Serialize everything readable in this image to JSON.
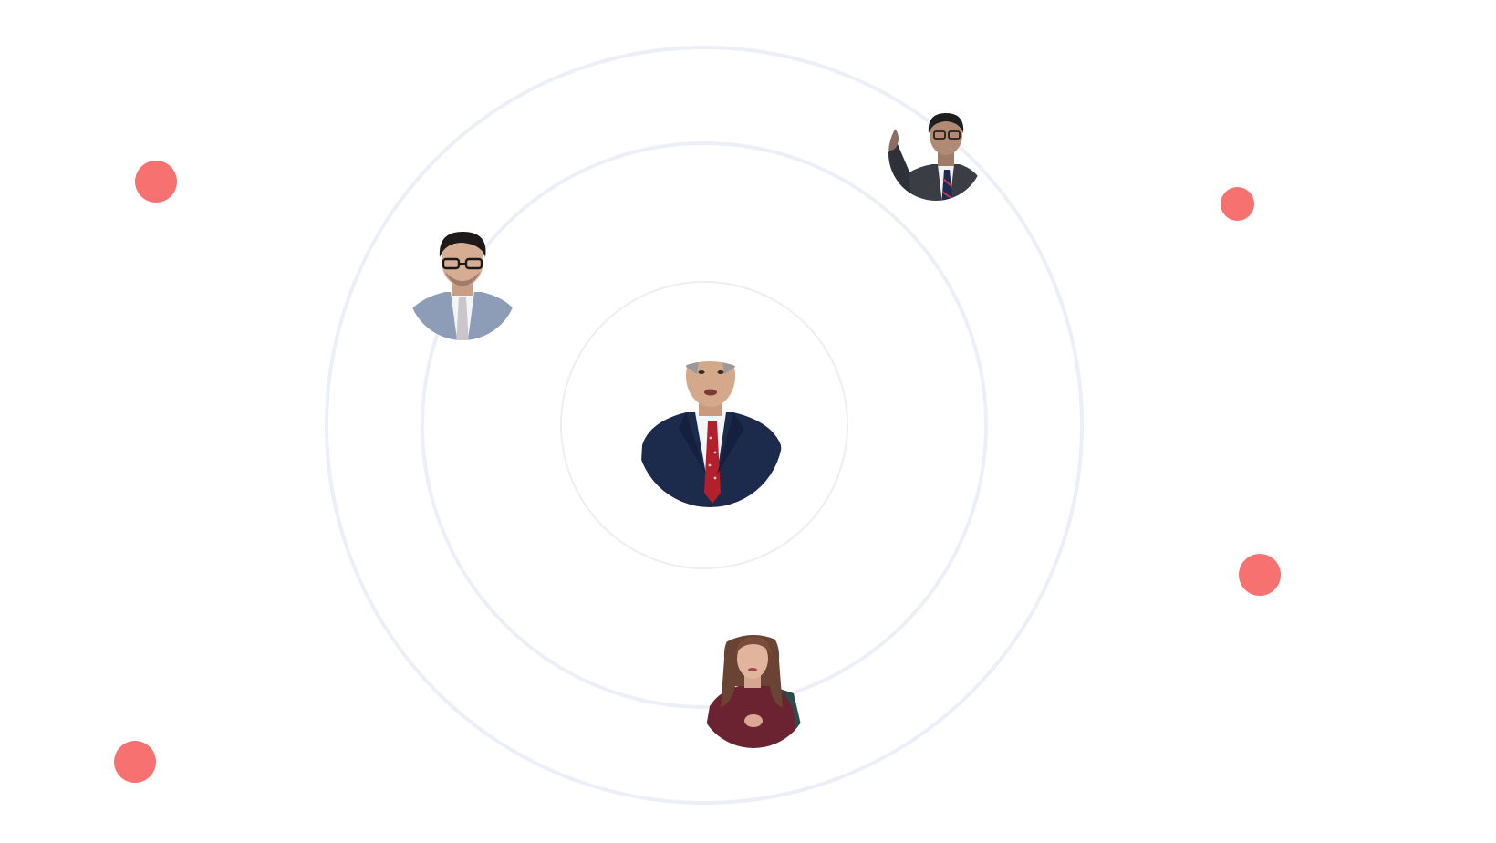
{
  "colors": {
    "background": "#ffffff",
    "ring_outer": "#eceef8",
    "ring_middle": "#edeff8",
    "ring_inner": "#eeeef2",
    "accent_dot": "#f87171"
  },
  "avatars": [
    {
      "id": "center",
      "icon": "person-avatar-center",
      "description_icon": "man-in-navy-suit-red-tie"
    },
    {
      "id": "upper-left",
      "icon": "person-avatar-glasses",
      "description_icon": "young-man-with-glasses-grey-suit"
    },
    {
      "id": "upper-right",
      "icon": "person-avatar-waving",
      "description_icon": "man-waving-dark-suit"
    },
    {
      "id": "bottom",
      "icon": "person-avatar-woman",
      "description_icon": "woman-long-hair-maroon-top"
    }
  ]
}
